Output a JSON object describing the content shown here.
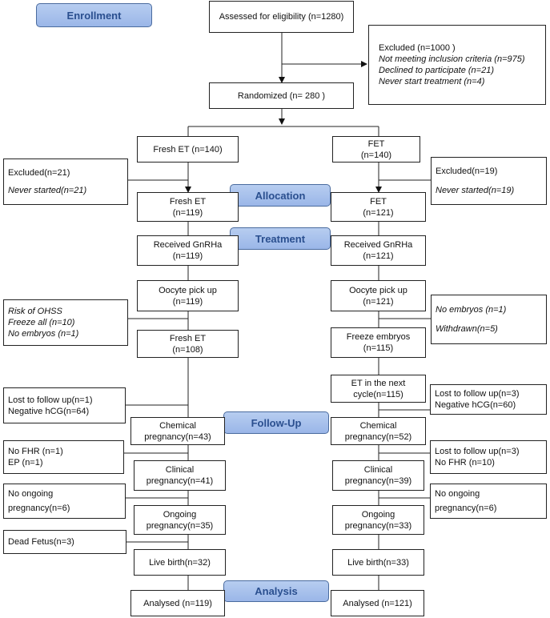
{
  "stages": {
    "enrollment": "Enrollment",
    "allocation": "Allocation",
    "treatment": "Treatment",
    "follow_up": "Follow-Up",
    "analysis": "Analysis"
  },
  "top": {
    "assessed": "Assessed for eligibility (n=1280)",
    "excluded_title": "Excluded  (n=1000   )",
    "excluded_items": [
      "Not meeting inclusion criteria (n=975)",
      "Declined to participate (n=21)",
      "Never start treatment (n=4)"
    ],
    "randomized": "Randomized (n= 280 )"
  },
  "fresh": {
    "group": "Fresh ET (n=140)",
    "excluded_title": "Excluded(n=21)",
    "excluded_reason": "Never started(n=21)",
    "alloc_line1": "Fresh ET",
    "alloc_line2": "(n=119)",
    "gnrha_line1": "Received GnRHa",
    "gnrha_line2": "(n=119)",
    "opu_line1": "Oocyte pick up",
    "opu_line2": "(n=119)",
    "loss1": [
      "Risk of OHSS",
      "Freeze all (n=10)",
      "No embryos (n=1)"
    ],
    "et_line1": "Fresh ET",
    "et_line2": "(n=108)",
    "loss2": [
      "Lost to follow up(n=1)",
      "Negative hCG(n=64)"
    ],
    "chem_line1": "Chemical",
    "chem_line2": "pregnancy(n=43)",
    "loss3": [
      "No FHR (n=1)",
      "EP (n=1)"
    ],
    "clin_line1": "Clinical",
    "clin_line2": "pregnancy(n=41)",
    "loss4": [
      "No ongoing",
      "pregnancy(n=6)"
    ],
    "ong_line1": "Ongoing",
    "ong_line2": "pregnancy(n=35)",
    "loss5": "Dead Fetus(n=3)",
    "live": "Live birth(n=32)",
    "analysed": "Analysed (n=119)"
  },
  "fet": {
    "group_line1": "FET",
    "group_line2": "(n=140)",
    "excluded_title": "Excluded(n=19)",
    "excluded_reason": "Never started(n=19)",
    "alloc_line1": "FET",
    "alloc_line2": "(n=121)",
    "gnrha_line1": "Received GnRHa",
    "gnrha_line2": "(n=121)",
    "opu_line1": "Oocyte pick up",
    "opu_line2": "(n=121)",
    "loss1": [
      "No embryos (n=1)",
      "Withdrawn(n=5)"
    ],
    "freeze_line1": "Freeze embryos",
    "freeze_line2": "(n=115)",
    "et_line1": "ET in the next",
    "et_line2": "cycle(n=115)",
    "loss2": [
      "Lost to follow up(n=3)",
      "Negative hCG(n=60)"
    ],
    "chem_line1": "Chemical",
    "chem_line2": "pregnancy(n=52)",
    "loss3": [
      "Lost to follow up(n=3)",
      "No FHR (n=10)"
    ],
    "clin_line1": "Clinical",
    "clin_line2": "pregnancy(n=39)",
    "loss4": [
      "No ongoing",
      "pregnancy(n=6)"
    ],
    "ong_line1": "Ongoing",
    "ong_line2": "pregnancy(n=33)",
    "live": "Live birth(n=33)",
    "analysed": "Analysed (n=121)"
  }
}
